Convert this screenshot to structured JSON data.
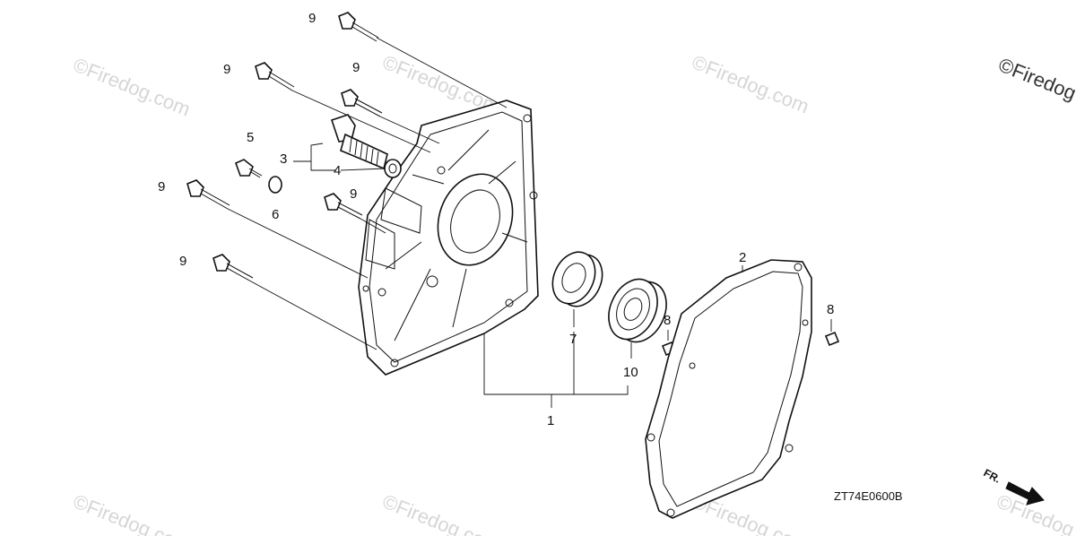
{
  "drawing_code": "ZT74E0600B",
  "watermark": "©Firedog.com",
  "watermark_corner": "©Firedog",
  "direction_label": "FR.",
  "callouts": {
    "c1": "1",
    "c2": "2",
    "c3": "3",
    "c4": "4",
    "c5": "5",
    "c6": "6",
    "c7": "7",
    "c8a": "8",
    "c8b": "8",
    "c9a": "9",
    "c9b": "9",
    "c9c": "9",
    "c9d": "9",
    "c9e": "9",
    "c9f": "9",
    "c10": "10"
  }
}
